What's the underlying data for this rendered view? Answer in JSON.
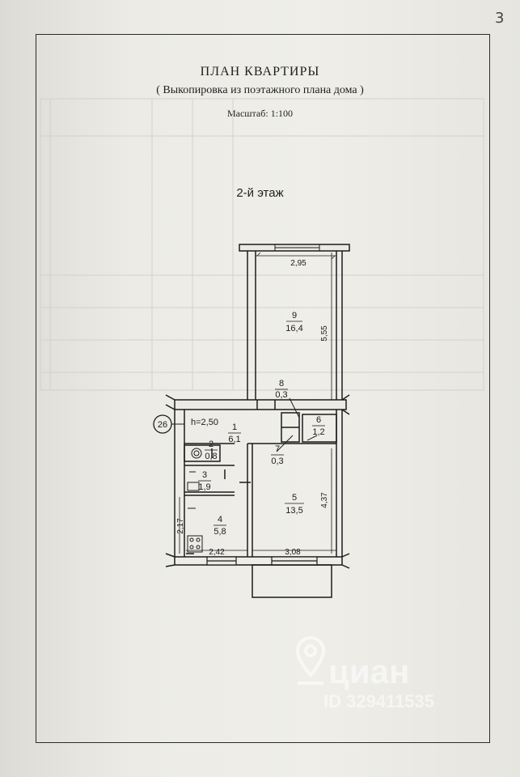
{
  "page_number": "3",
  "header": {
    "title": "ПЛАН КВАРТИРЫ",
    "subtitle": "( Выкопировка из поэтажного плана дома )",
    "scale": "Масштаб: 1:100"
  },
  "floor_label": "2-й этаж",
  "plan": {
    "building_number": "26",
    "ceiling_height": "h=2,50",
    "rooms": [
      {
        "num": "1",
        "area": "6,1"
      },
      {
        "num": "2",
        "area": "0,8"
      },
      {
        "num": "3",
        "area": "1,9"
      },
      {
        "num": "4",
        "area": "5,8"
      },
      {
        "num": "5",
        "area": "13,5"
      },
      {
        "num": "6",
        "area": "1,2"
      },
      {
        "num": "7",
        "area": "0,3"
      },
      {
        "num": "8",
        "area": "0,3"
      },
      {
        "num": "9",
        "area": "16,4"
      }
    ],
    "dimensions": {
      "d295": "2,95",
      "d555": "5,55",
      "d437": "4,37",
      "d242": "2,42",
      "d308": "3,08",
      "d217": "2,17"
    }
  },
  "watermark": {
    "brand": "циан",
    "id": "ID 329411535"
  },
  "colors": {
    "paper": "#ecebe6",
    "ink": "#1c1c1c",
    "watermark": "#ffffff"
  }
}
